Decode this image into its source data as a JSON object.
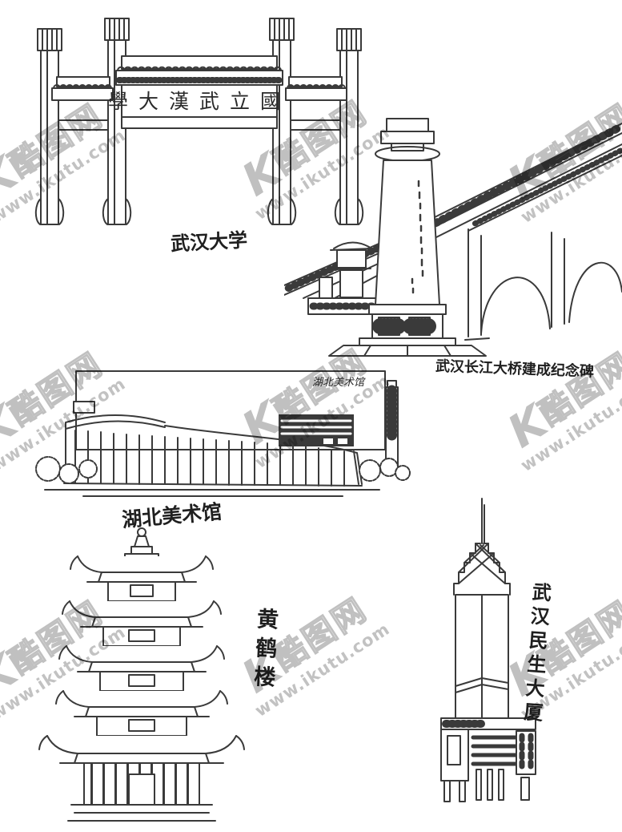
{
  "canvas": {
    "background": "#ffffff",
    "line_color": "#3a3a3a",
    "label_color": "#1f1f1f"
  },
  "watermark": {
    "logo": "K",
    "brand": "酷图网",
    "url": "www.ikutu.com",
    "color": "#c0c0c0"
  },
  "illustrations": {
    "university_gate": {
      "caption": "武汉大学",
      "plaque": "學大漢武立國"
    },
    "bridge_monument": {
      "caption": "武汉长江大桥建成纪念碑"
    },
    "art_museum": {
      "caption": "湖北美术馆",
      "sign": "湖北美术馆"
    },
    "crane_tower": {
      "caption": "黄鹤楼"
    },
    "minsheng_tower": {
      "caption": "武汉民生大厦"
    }
  }
}
